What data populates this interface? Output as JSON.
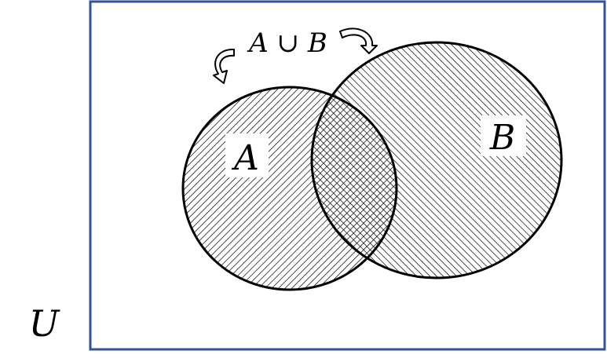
{
  "universe_label": "U",
  "set_a_label": "A",
  "set_b_label": "B",
  "union_label": "A ∪ B",
  "colors": {
    "border": "#2f5597",
    "outline": "#000000",
    "hatch": "#000000",
    "background": "#ffffff"
  },
  "icons": [
    "curved-arrow-left-icon",
    "curved-arrow-right-icon"
  ]
}
